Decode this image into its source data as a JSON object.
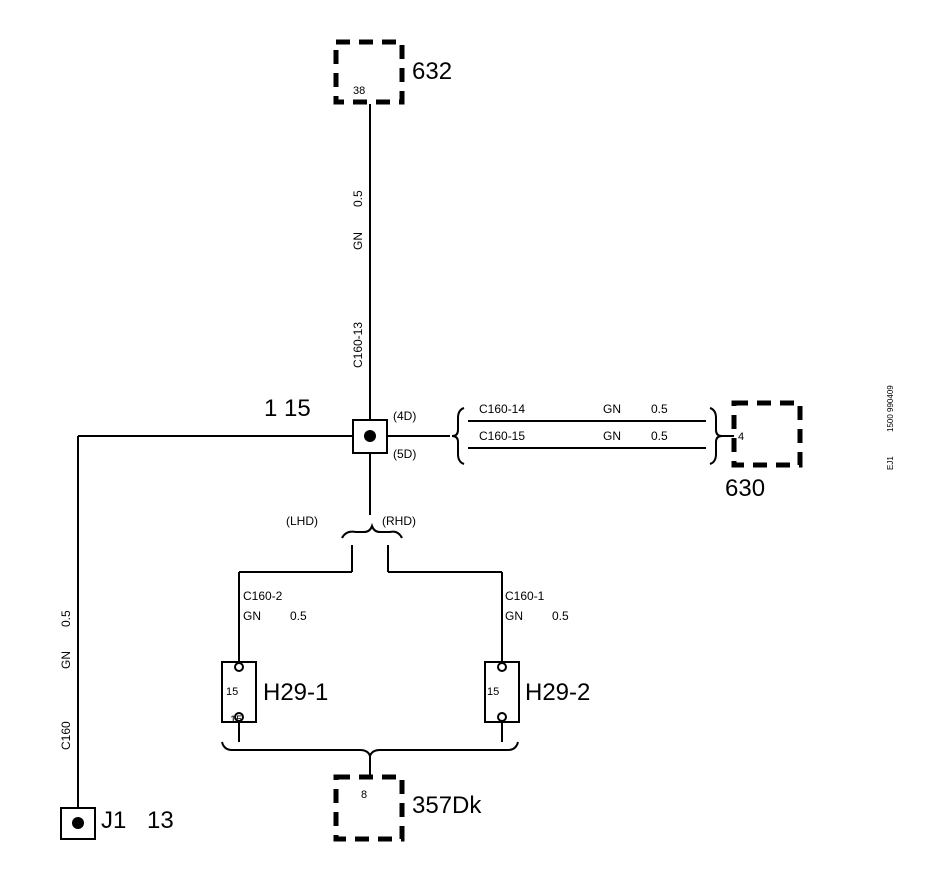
{
  "components": {
    "c632": {
      "label": "632",
      "pin": "38"
    },
    "c630": {
      "label": "630",
      "pin": "4"
    },
    "c357": {
      "label": "357Dk",
      "pin": "8"
    },
    "h29_1": {
      "label": "H29-1",
      "pin": "15",
      "pin_lower": "15"
    },
    "h29_2": {
      "label": "H29-2",
      "pin": "15"
    },
    "j1": {
      "label": "J1",
      "pin": "13"
    },
    "splice": {
      "label": "1 15",
      "top_pin": "(4D)",
      "bottom_pin": "(5D)"
    }
  },
  "wires": {
    "top": {
      "conn": "C160-13",
      "color": "GN",
      "size": "0.5"
    },
    "right_upper": {
      "conn": "C160-14",
      "color": "GN",
      "size": "0.5"
    },
    "right_lower": {
      "conn": "C160-15",
      "color": "GN",
      "size": "0.5"
    },
    "left_branch": {
      "conn": "C160-2",
      "color": "GN",
      "size": "0.5"
    },
    "right_branch": {
      "conn": "C160-1",
      "color": "GN",
      "size": "0.5"
    },
    "j1_wire": {
      "conn": "C160",
      "color": "GN",
      "size": "0.5"
    }
  },
  "variants": {
    "lhd": "(LHD)",
    "rhd": "(RHD)"
  },
  "margin_code": {
    "id": "EJ1",
    "number": "1500 990409"
  }
}
